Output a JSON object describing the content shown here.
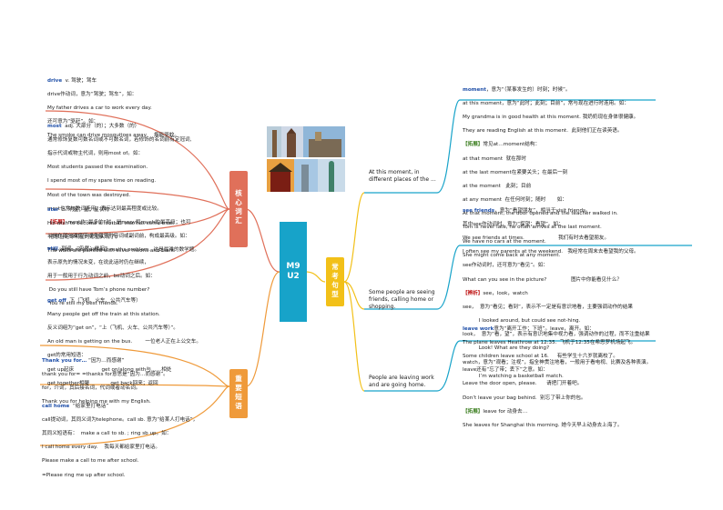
{
  "center": {
    "line1": "M9",
    "line2": "U2"
  },
  "branches": {
    "vocab": {
      "label_chars": [
        "核",
        "心",
        "词",
        "汇"
      ],
      "color": "#e0705a"
    },
    "phrases": {
      "label_chars": [
        "重",
        "要",
        "短",
        "语"
      ],
      "color": "#ef9a3a"
    },
    "sentences": {
      "label_chars": [
        "常",
        "考",
        "句",
        "型"
      ],
      "color": "#f2c018"
    }
  },
  "sentence_nodes": [
    {
      "text": "At this moment, in different places of the ..."
    },
    {
      "text": "Some people are seeing friends, calling home or shopping."
    },
    {
      "text": "People are leaving work and are going home."
    }
  ],
  "left_notes": {
    "drive": {
      "head": "drive",
      "head_rest": "  v. 驾驶；驾车",
      "lines": [
        "drive作动词，意为“驾驶；驾车”，如：",
        "My father drives a car to work every day.",
        "还可意为“驱赶”。如：",
        "The smoke can drive mosquitoes away.    烟能驱蚊。"
      ]
    },
    "most": {
      "head": "most",
      "head_rest": "  adj. 大部分（的）；大多数（的）",
      "lines": [
        "通常修饰复数可数名词或不可数名词，若修饰的名词前有定冠词,",
        "指示代词或物主代词，则用most of。如：",
        "Most students passed the examination.",
        "I spend most of my spare time on reading.",
        "Most of the town was destroyed.",
        "most也常与数词连用，表示达到最高程度或比较。"
      ],
      "tag": "【拓展】",
      "tag_rest": "most作“最多的”时，是many和much的最高级；也可",
      "tail": [
        "以放在部分双音节或多音节形容词或副词前，构成最高级。如：",
        "This is the most difficult maths problem.  这是最难的数学题。"
      ]
    },
    "star": {
      "head": "star",
      "head_rest": "  n. 明星；星；星状物",
      "lines": [
        "His wish to become a football star has come true.",
        " 他想当足球明星的愿望实现了。",
        "The walls are painted with silver moons and stars."
      ]
    },
    "still": {
      "head": "still",
      "head_rest": "  副词，“仍然；依旧”",
      "lines": [
        "表示原先的情况未变，在说此话时仍在继续，",
        "用于一般用于行为动词之前，be动词之后。如：",
        " Do you still have Tom’s phone number?",
        " You’re still my best friends."
      ]
    },
    "get_off": {
      "head": "get off",
      "head_rest": "  下（飞机、火车、公共汽车等）",
      "lines": [
        "Many people get off the train at this station.",
        "反义词组为“get on”，“上（飞机、火车、公共汽车等）”。",
        "An old man is getting on the bus.        一位老人正在上公交车。",
        "get的常用短语：",
        "get up起床                 get on/along with与……相处",
        "get together相聚             get back回来；返回"
      ]
    },
    "thank_you_for": {
      "head": "Thank you for…",
      "head_rest": " “因为…而感谢”",
      "lines": [
        "thank you for= =thanks for意思是“因为…而感谢”。",
        "for，介词，其后接名词，代词或者动名词。",
        "Thank you for helping me with my English."
      ]
    },
    "call_home": {
      "head": "call home",
      "head_rest": "  “给家里打电话”",
      "lines": [
        "call提动词，其同义词为telephone。call sb. 意为“给某人打电话”，",
        "其同义短语有：  make a call to sb. ; ring sb up。如：",
        "I call home every day.    我每天都给家里打电话。",
        "Please make a call to me after school.",
        "=Please ring me up after school."
      ]
    }
  },
  "right_notes": {
    "moment": {
      "head": "moment",
      "head_rest": "，意为“（某事发生的）时刻；时候”。",
      "lines": [
        "at this moment，意为“此时；此刻；目前”，常与现在进行时连用。如：",
        "My grandma is in good health at this moment. 我奶奶现在身体很健康。",
        "They are reading English at this moment.  此刻他们正在读英语。"
      ],
      "tag": "【拓展】",
      "tag_rest": "常见at…moment结构：",
      "tail": [
        "at that moment  就在那时",
        "at the last moment在紧要关头；在最后一刻",
        "at the moment   此刻；目前",
        "at any moment  在任何时刻；随时       如：",
        "At that moment, the door opened and the teacher walked in.",
        "Tom is never late, he often arrives at the last moment.",
        "We have no cars at the moment.",
        "She might come back at any moment."
      ]
    },
    "see_friends": {
      "head": "see friends",
      "head_rest": "，意为“看望朋友”，相当于visit friends。",
      "lines": [
        "其中see作动词时，意为“探望；看望”。如：",
        "We see friends at times.                     我们有时去看望朋友。",
        "I often see my parents at the weekend.   我经常在周末去看望我的父母。",
        "see作动词时，还可意为“看见”。如：",
        "What can you see in the picture?               图片中你能看见什么？"
      ],
      "tag": "【辨析】",
      "tag_rest": "see，look，watch",
      "tail": [
        "see，  意为“看见；看到”，表示不一定是有意识地看，主要强调动作的结果",
        "          I looked around, but could see not-hing.",
        "look，  意为“看，望”，表示有意识地集中视力看，强调动作的过程，而不注重结果",
        "          Look! What are they doing?",
        "watch，意为“观看；注视”，指全神贯注地看，一般用于看电视、比赛及各种表演。",
        "          I’m watching a basketball match."
      ]
    },
    "leave_work": {
      "head": "leave work",
      "head_rest": "意为“离开工作；下班”。leave，离开。如：",
      "lines": [
        "The plane leaves Heathrow at 12:35.  飞机于12:35在希思罗机场起飞。",
        "Some children leave school at 16.     有些学生十六岁就离校了。",
        "leave还有“忘了带；丢下”之意。如：",
        "Leave the door open, please.      请把门开着吧。",
        "Don’t leave your bag behind.  别忘了带上你的包。"
      ],
      "tag": "【拓展】",
      "tag_rest": "leave for 动身去…",
      "tail": [
        "She leaves for Shanghai this morning. 她今天早上动身去上海了。"
      ]
    }
  }
}
